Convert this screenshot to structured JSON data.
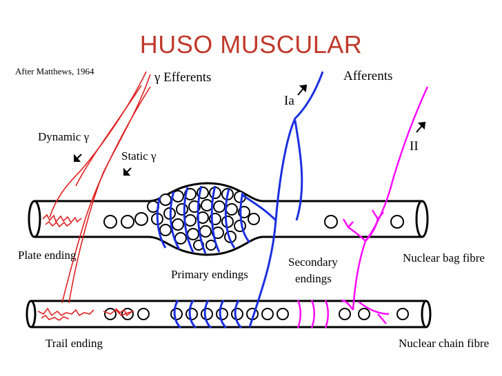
{
  "title": "HUSO MUSCULAR",
  "labels": {
    "citation": "After Matthews, 1964",
    "gamma_efferents": "γ Efferents",
    "dynamic_gamma": "Dynamic γ",
    "static_gamma": "Static γ",
    "afferents": "Afferents",
    "ia": "Ia",
    "ii": "II",
    "plate_ending": "Plate ending",
    "primary_endings": "Primary endings",
    "secondary_endings_1": "Secondary",
    "secondary_endings_2": "endings",
    "nuclear_bag_fibre": "Nuclear bag fibre",
    "trail_ending": "Trail ending",
    "nuclear_chain_fibre": "Nuclear chain fibre"
  },
  "colors": {
    "title": "#c0392b",
    "efferent": "#e02020",
    "primary_afferent": "#1a2fe0",
    "secondary_afferent": "#ff00ff",
    "outline": "#000000"
  }
}
